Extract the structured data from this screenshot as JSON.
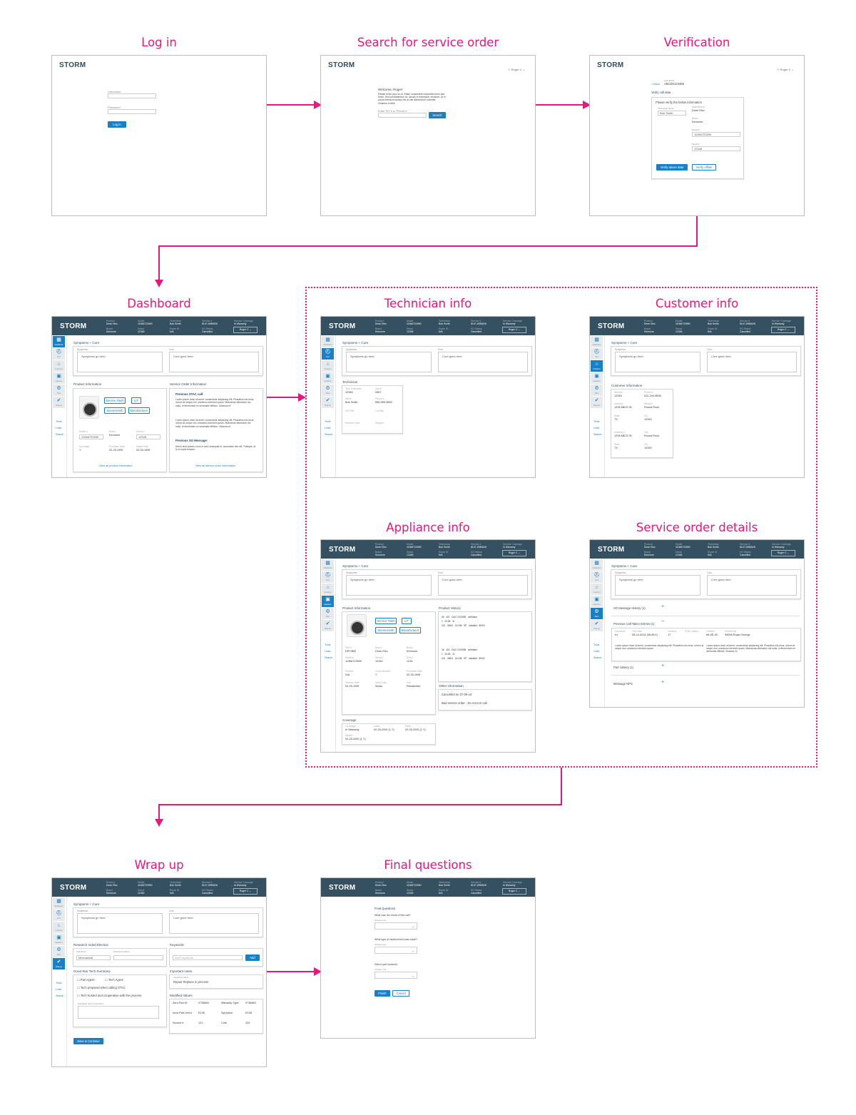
{
  "steps": {
    "login": "Log in",
    "search": "Search for service order",
    "verification": "Verification",
    "dashboard": "Dashboard",
    "technician": "Technician info",
    "customer": "Customer info",
    "appliance": "Appliance info",
    "service_order": "Service order details",
    "wrapup": "Wrap up",
    "final": "Final questions"
  },
  "brand": "STORM",
  "colors": {
    "accent": "#e3197d",
    "header": "#355061",
    "primary": "#1a80c4"
  },
  "login": {
    "username_label": "Username",
    "password_label": "Password",
    "login_button": "Log in"
  },
  "search": {
    "user_menu": "Roger C ⌄",
    "welcome": "Welcome, Roger!",
    "intro": "Please enter your so id. Etiam consectetur imperdiet enim sed tortor. Sed condimentum ac, iaculis in bibendum vel amet. Ut in purus interdum lacinia nisi at nisi elementum molestie. Vivamus in felis.",
    "input_label": "Enter SO # or Phone #",
    "search_button": "Search"
  },
  "verification": {
    "user_menu": "Roger C ⌄",
    "back": "< Back",
    "call_id_label": "Call ID/SO",
    "call_id": "ABCD0123456",
    "section": "Verify call data",
    "instructions": "Please verify the below information",
    "tech_label": "Technician Name",
    "tech_value": "Bob Smith",
    "make_label": "Make/Brand",
    "make_value": "Dmer Elec",
    "brand_label": "Brand",
    "brand_value": "Kenmore",
    "model_label": "Model #",
    "model_value": "11066722690",
    "serial_label": "Serial #",
    "serial_value": "12345",
    "verify_above": "Verify above data",
    "verify_offline": "Verify offline"
  },
  "header_fields": [
    {
      "key": "Product",
      "value": "Dmer Elec"
    },
    {
      "key": "Model",
      "value": "11066722690"
    },
    {
      "key": "Technician",
      "value": "Bob Smith"
    },
    {
      "key": "Service #",
      "value": "8147-4980626"
    },
    {
      "key": "Service Coverage",
      "value": "In Warranty"
    },
    {
      "key": "Brand",
      "value": "Kenmore"
    },
    {
      "key": "Serial",
      "value": "12345"
    },
    {
      "key": "Route ID",
      "value": "N/A"
    },
    {
      "key": "SO Status",
      "value": "Cancelled"
    }
  ],
  "header_user": "Roger C ⌄",
  "sidebar": {
    "items": [
      "Dashboard",
      "Tech",
      "Customer",
      "Appliance",
      "Parts",
      "Wrap up"
    ],
    "links": [
      "Tools",
      "Links",
      "Search"
    ]
  },
  "symptoms": {
    "title": "Symptoms + Cure",
    "symptoms_label": "Symptoms",
    "symptoms_text": "Symptoms go here.",
    "cure_label": "Cure",
    "cure_text": "Cure goes here."
  },
  "dashboard": {
    "product_title": "Product Information",
    "btn_service_flash": "Service Flash",
    "btn_lit": "LIT",
    "btn_stevensmith": "Stevensmith",
    "btn_manufacturer": "Manufacturer",
    "model_label": "Model #",
    "model_value": "11066722690",
    "brand_label": "Brand",
    "brand_value": "Kenmore",
    "serial_label": "Serial #",
    "serial_value": "12345",
    "cover_label": "Coverage",
    "cover_value": "Y",
    "purchase_label": "Purchase Date",
    "purchase_value": "02-25-1999",
    "install_label": "Install Date",
    "install_value": "02-25-1999",
    "product_link": "View all product information",
    "so_title": "Service Order Information",
    "stac_title": "Previous STAC call:",
    "stac_p1": "Lorem ipsum dolor sit amet, consectetur adipiscing elit. Phasellus nisi risus, rutrum at neque non, maximus interdum quam. Maecenas bibendum dui nulla, ut fermentum ex venenatis efficitur. Vivamus et.",
    "stac_p2": "Lorem ipsum dolor sit amet, consectetur adipiscing elit. Phasellus nisi risus, rutrum at neque non, maximus interdum quam. Maecenas bibendum dui nulla, ut fermentum ex venenatis efficitur. Vivamus et.",
    "msg_title": "Previous SO Message:",
    "msg_p": "Nemo enim ipsam, nunc in sed consequat et, accumsan nec elit. Tristique, at in ut turpis tempus.",
    "so_link": "View all service order information"
  },
  "technician": {
    "section": "Technician",
    "fields": [
      {
        "key": "Tech Enterprise",
        "value": "12345"
      },
      {
        "key": "Unit #",
        "value": "0067"
      },
      {
        "key": "Name",
        "value": "Bob Smith"
      },
      {
        "key": "Phone #",
        "value": "555-555-5555"
      },
      {
        "key": "Sell Title",
        "value": ""
      },
      {
        "key": "Lic Date",
        "value": ""
      },
      {
        "key": "Network Card",
        "value": ""
      },
      {
        "key": "Ranged",
        "value": ""
      }
    ]
  },
  "customer": {
    "section": "Customer Information",
    "fields": [
      {
        "key": "Number",
        "value": "12345"
      },
      {
        "key": "Phone #",
        "value": "512-244-5508"
      },
      {
        "key": "Address",
        "value": "1234 ABCD St."
      },
      {
        "key": "Ranged",
        "value": "Round Rock"
      },
      {
        "key": "State",
        "value": "TX"
      },
      {
        "key": "Zip",
        "value": "12345"
      },
      {
        "key": "Address 2",
        "value": "1234 ABCD St."
      },
      {
        "key": "City",
        "value": "Round Rock"
      },
      {
        "key": "State",
        "value": "TX"
      },
      {
        "key": "Zip",
        "value": "12345"
      }
    ]
  },
  "appliance": {
    "product_title": "Product Information",
    "part_history": "Product History",
    "fields": [
      {
        "key": "Part #",
        "value": "DRY3BE"
      },
      {
        "key": "Brand",
        "value": "Dmer Elec"
      },
      {
        "key": "Brand",
        "value": "Kenmore"
      },
      {
        "key": "Model #",
        "value": "11066722690"
      },
      {
        "key": "Serial #",
        "value": "12345"
      },
      {
        "key": "Serial",
        "value": "1234"
      },
      {
        "key": "Product",
        "value": "N/A"
      },
      {
        "key": "Count Number",
        "value": "Y"
      },
      {
        "key": "Purchase Date",
        "value": "02-25-1999"
      },
      {
        "key": "Delivery Date",
        "value": "02-25-1999"
      },
      {
        "key": "Area Code",
        "value": "Sears"
      },
      {
        "key": "Sub",
        "value": "Residential"
      }
    ],
    "history_rows": [
      [
        "46",
        "401",
        "DA17-00294B",
        "IceMaker",
        "1",
        "00:55",
        "11",
        "",
        "201",
        "08/04",
        "131:58",
        "SP",
        "Installed",
        "80/04"
      ],
      [
        "46",
        "401",
        "DA17-00294B",
        "IceMaker",
        "1",
        "00:55",
        "11",
        "",
        "201",
        "08/04",
        "131:58",
        "SP",
        "Installed",
        "80/04"
      ]
    ],
    "coverage_title": "Coverage",
    "coverage": [
      {
        "key": "Coverage",
        "value": "In Warranty"
      },
      {
        "key": "Labor",
        "value": "02-25-2000 (1 Y)"
      },
      {
        "key": "Parts",
        "value": "02-25-2000 (1 Y)"
      },
      {
        "key": "Sealed",
        "value": "02-25-2000 (1 Y)"
      }
    ],
    "other_title": "Other information",
    "other_1": "Cancelled on 07-09-14",
    "other_2": "Bad service order - Do not run call"
  },
  "so_details": {
    "msg_history": "SO Message History (1)",
    "prev_calls": "Previous Call Taken Entries (1)",
    "call_fields": [
      {
        "key": "Sequence",
        "value": "#1"
      },
      {
        "key": "Call Date",
        "value": "08-14-2014 (08:49:2)"
      },
      {
        "key": "Location",
        "value": "17"
      },
      {
        "key": "STAC Status",
        "value": ""
      },
      {
        "key": "Created",
        "value": "8A.0E.28"
      },
      {
        "key": "Entered By",
        "value": "99008 Roger George"
      }
    ],
    "call_note_1": "Lorem ipsum dolor sit amet, consectetur adipiscing elit. Phasellus nisi risus, rutrum at neque non, maximus interdum quam.",
    "call_note_2": "Lorem ipsum dolor sit amet, consectetur adipiscing elit. Phasellus nisi risus, rutrum at neque non, maximus interdum quam. Maecenas bibendum dui nulla, ut fermentum ex venenatis efficitur. Vivamus et.",
    "part_history": "Part History (1)",
    "message_nps": "Message NPS"
  },
  "wrapup": {
    "research_title": "Research Aided Election",
    "field1_label": "Call Driver",
    "field1_value": "Mechanical",
    "field2_label": "Research Option",
    "keywords_title": "Keywords",
    "keywords_placeholder": "Add Keywords",
    "add_button": "Add",
    "tech_summary": "Good Star Tech Summary",
    "cb1": "Part Agent",
    "cb2": "Tech Agent",
    "cb3": "Tech prepared when calling STAC",
    "cb4": "Tech trusted and cooperative with the process",
    "feedback_label": "Feedback about Interaction",
    "important_title": "Important notes",
    "important_label": "Important Notes",
    "important_value": "Repair Replace in process",
    "modified_title": "Modified Values",
    "modified": [
      {
        "key": "Zero Part ID",
        "value": "0738849",
        "key2": "Warranty Type",
        "value2": "0738849"
      },
      {
        "key": "Invol Part Unit #",
        "value": "E136",
        "key2": "Symptom",
        "value2": "E138"
      },
      {
        "key": "Source #",
        "value": "121",
        "key2": "Cure",
        "value2": "233"
      }
    ],
    "save_button": "Save & Continue"
  },
  "final": {
    "title": "Final Questions",
    "q1": "What was the result of this call?",
    "q2": "What type of replacement was made?",
    "q3": "Select part replaced",
    "placeholder": "Choose one",
    "finish": "Finish",
    "cancel": "Cancel"
  }
}
